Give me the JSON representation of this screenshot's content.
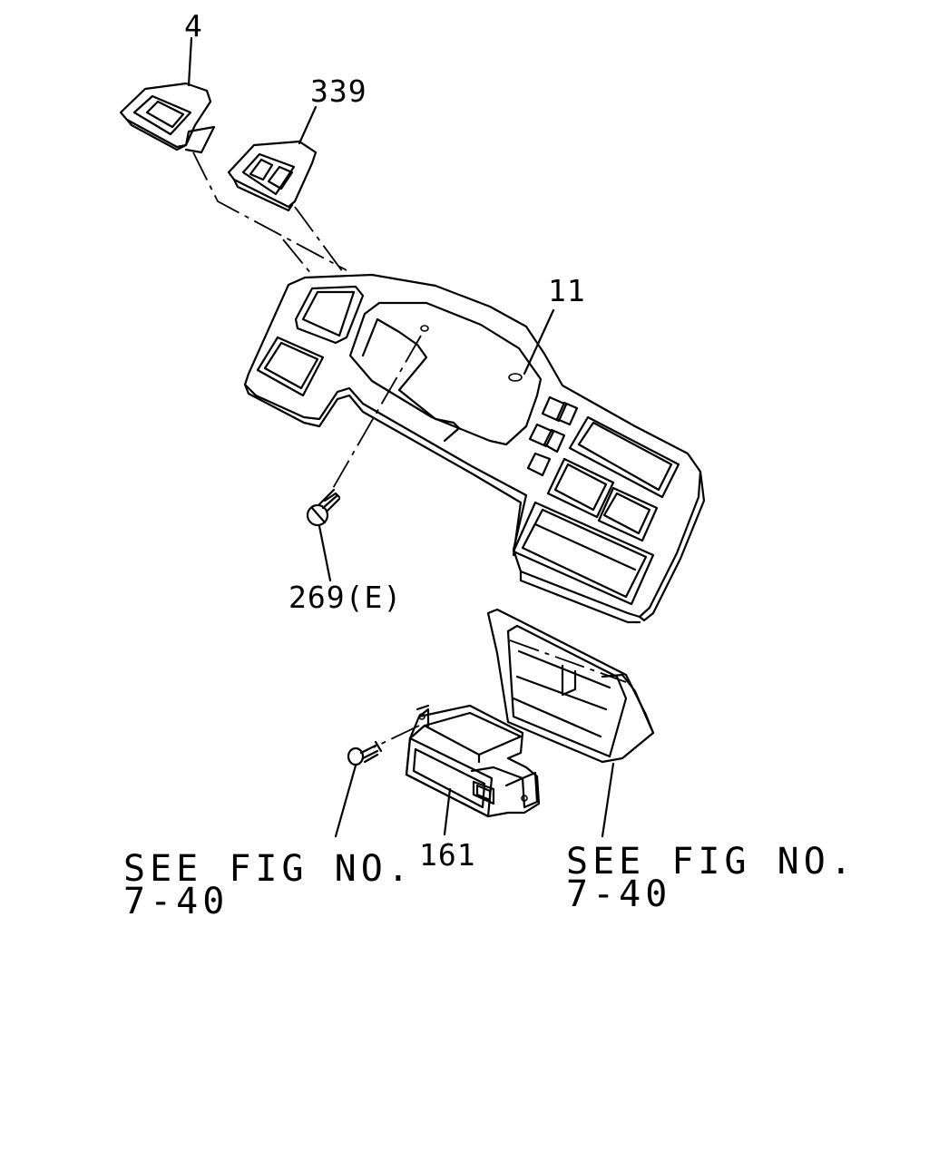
{
  "diagram": {
    "callouts": {
      "part_4": "4",
      "part_339": "339",
      "part_11": "11",
      "part_269": "269(E)",
      "part_161": "161"
    },
    "references": {
      "left": {
        "line1": "SEE FIG NO.",
        "line2": "7-40"
      },
      "right": {
        "line1": "SEE FIG NO.",
        "line2": "7-40"
      }
    }
  }
}
